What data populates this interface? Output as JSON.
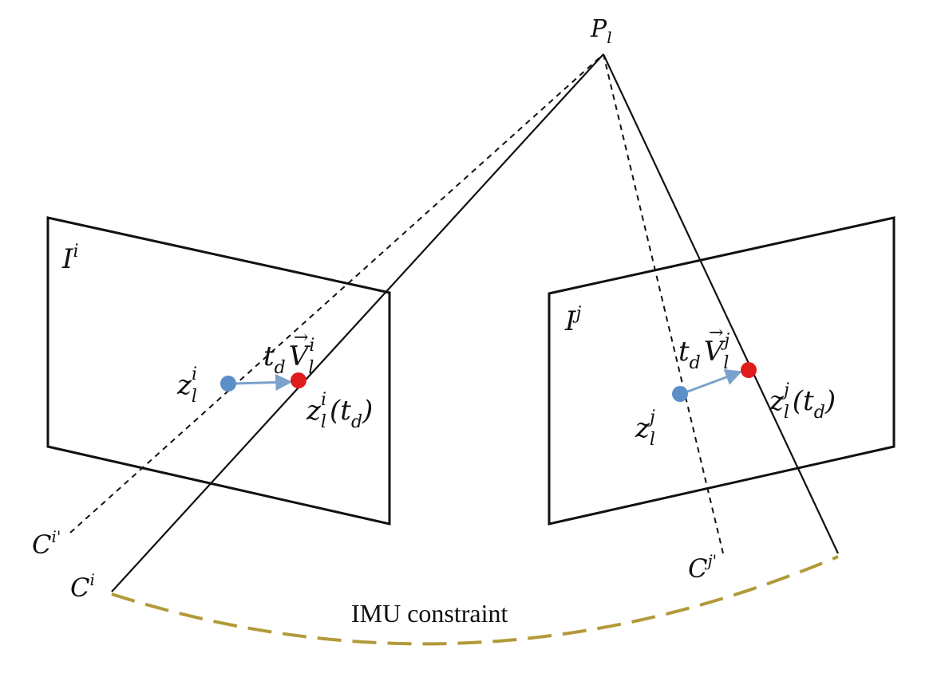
{
  "labels": {
    "point": {
      "base": "P",
      "sub": "l"
    },
    "image_i": {
      "base": "I",
      "sup": "i"
    },
    "image_j": {
      "base": "I",
      "sup": "j"
    },
    "z_i": {
      "base": "z",
      "sub": "l",
      "sup": "i"
    },
    "z_j": {
      "base": "z",
      "sub": "l",
      "sup": "j"
    },
    "vel_i": {
      "t": "t",
      "t_sub": "d",
      "base": "V",
      "sub": "l",
      "sup": "i",
      "arrow": "→"
    },
    "vel_j": {
      "t": "t",
      "t_sub": "d",
      "base": "V",
      "sub": "l",
      "sup": "j",
      "arrow": "→"
    },
    "z_i_td": {
      "base": "z",
      "sub": "l",
      "sup": "i",
      "arg": "(t",
      "arg_sub": "d",
      "close": ")"
    },
    "z_j_td": {
      "base": "z",
      "sub": "l",
      "sup": "j",
      "arg": "(t",
      "arg_sub": "d",
      "close": ")"
    },
    "cam_i": {
      "base": "C",
      "sup": "i"
    },
    "cam_i_prime": {
      "base": "C",
      "sup": "i'"
    },
    "cam_j_prime": {
      "base": "C",
      "sup": "j'"
    },
    "imu": "IMU constraint"
  },
  "colors": {
    "line": "#111111",
    "observed_point": "#5b8fc7",
    "shifted_point": "#e01b1b",
    "velocity_arrow": "#7aa2cc",
    "imu_curve": "#b29a3a"
  }
}
